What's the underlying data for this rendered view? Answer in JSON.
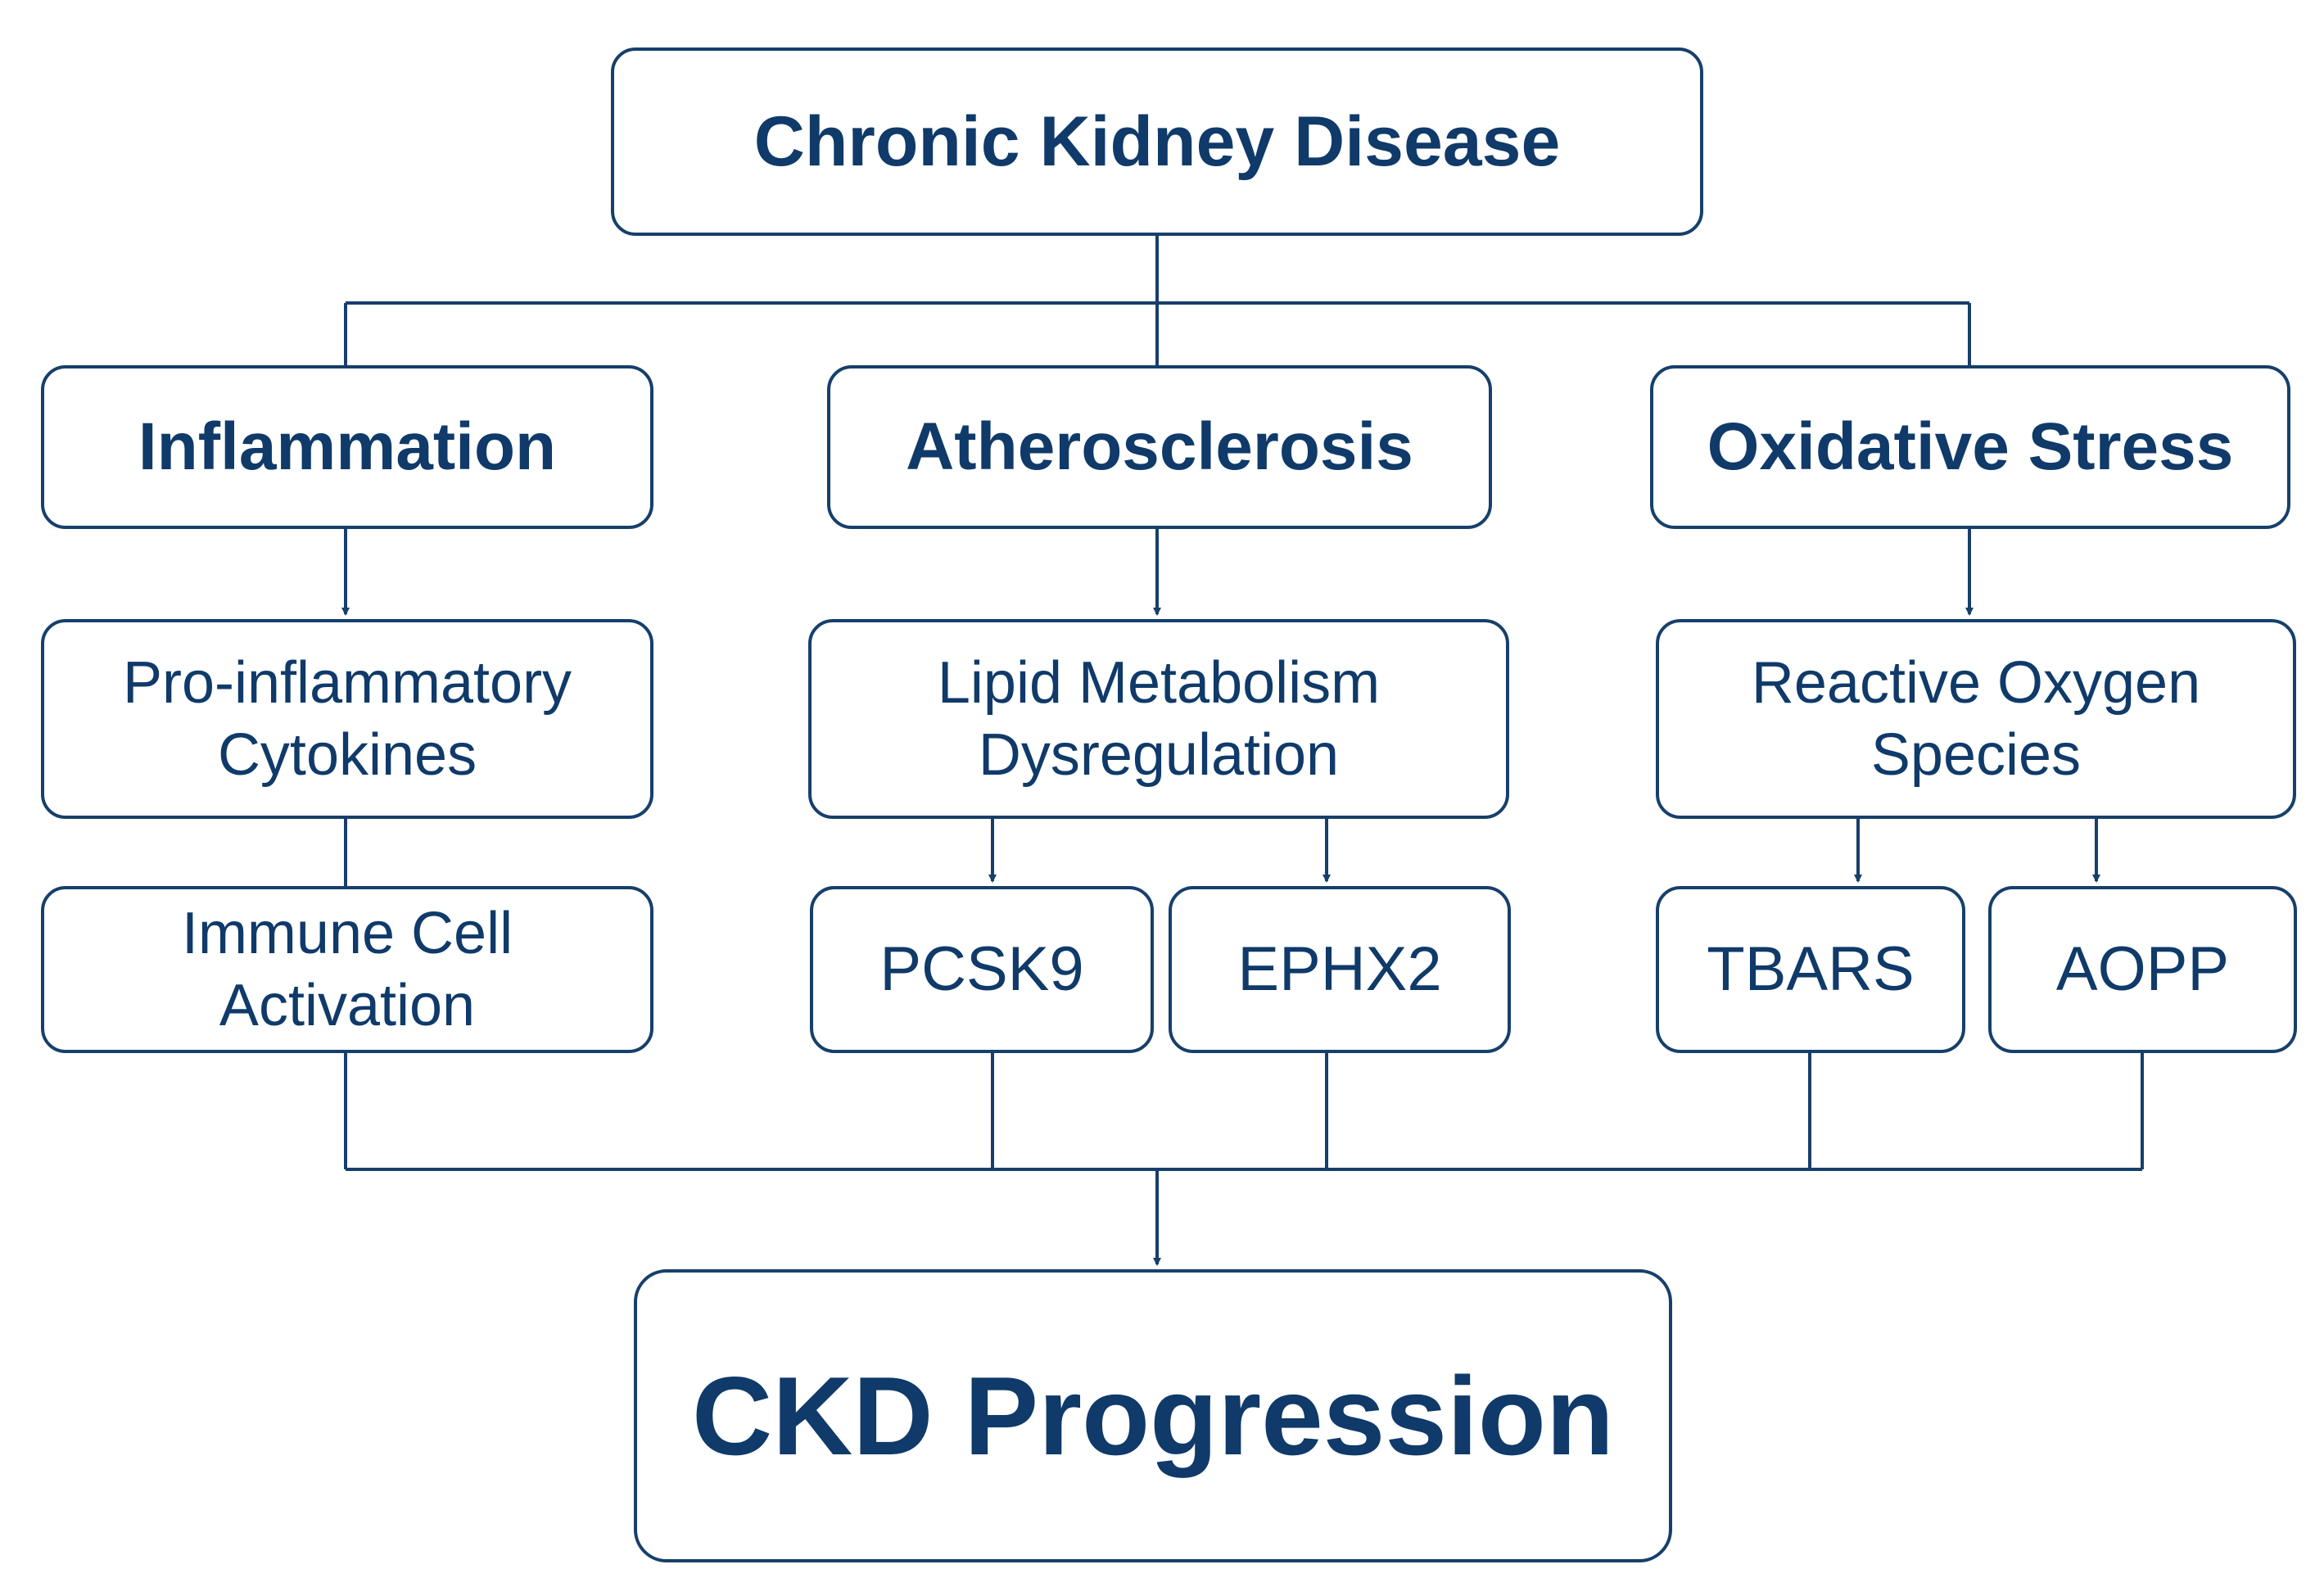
{
  "colors": {
    "line": "#173f6b",
    "text": "#0f3a69",
    "background": "#ffffff"
  },
  "root": {
    "label": "Chronic Kidney Disease"
  },
  "categories": [
    {
      "label": "Inflammation"
    },
    {
      "label": "Atherosclerosis"
    },
    {
      "label": "Oxidative Stress"
    }
  ],
  "mechanisms": [
    {
      "label": "Pro-inflammatory\nCytokines"
    },
    {
      "label": "Lipid Metabolism\nDysregulation"
    },
    {
      "label": "Reactive Oxygen\nSpecies"
    }
  ],
  "leaves": [
    {
      "label": "Immune Cell\nActivation"
    },
    {
      "label": "PCSK9"
    },
    {
      "label": "EPHX2"
    },
    {
      "label": "TBARS"
    },
    {
      "label": "AOPP"
    }
  ],
  "outcome": {
    "label": "CKD Progression"
  }
}
